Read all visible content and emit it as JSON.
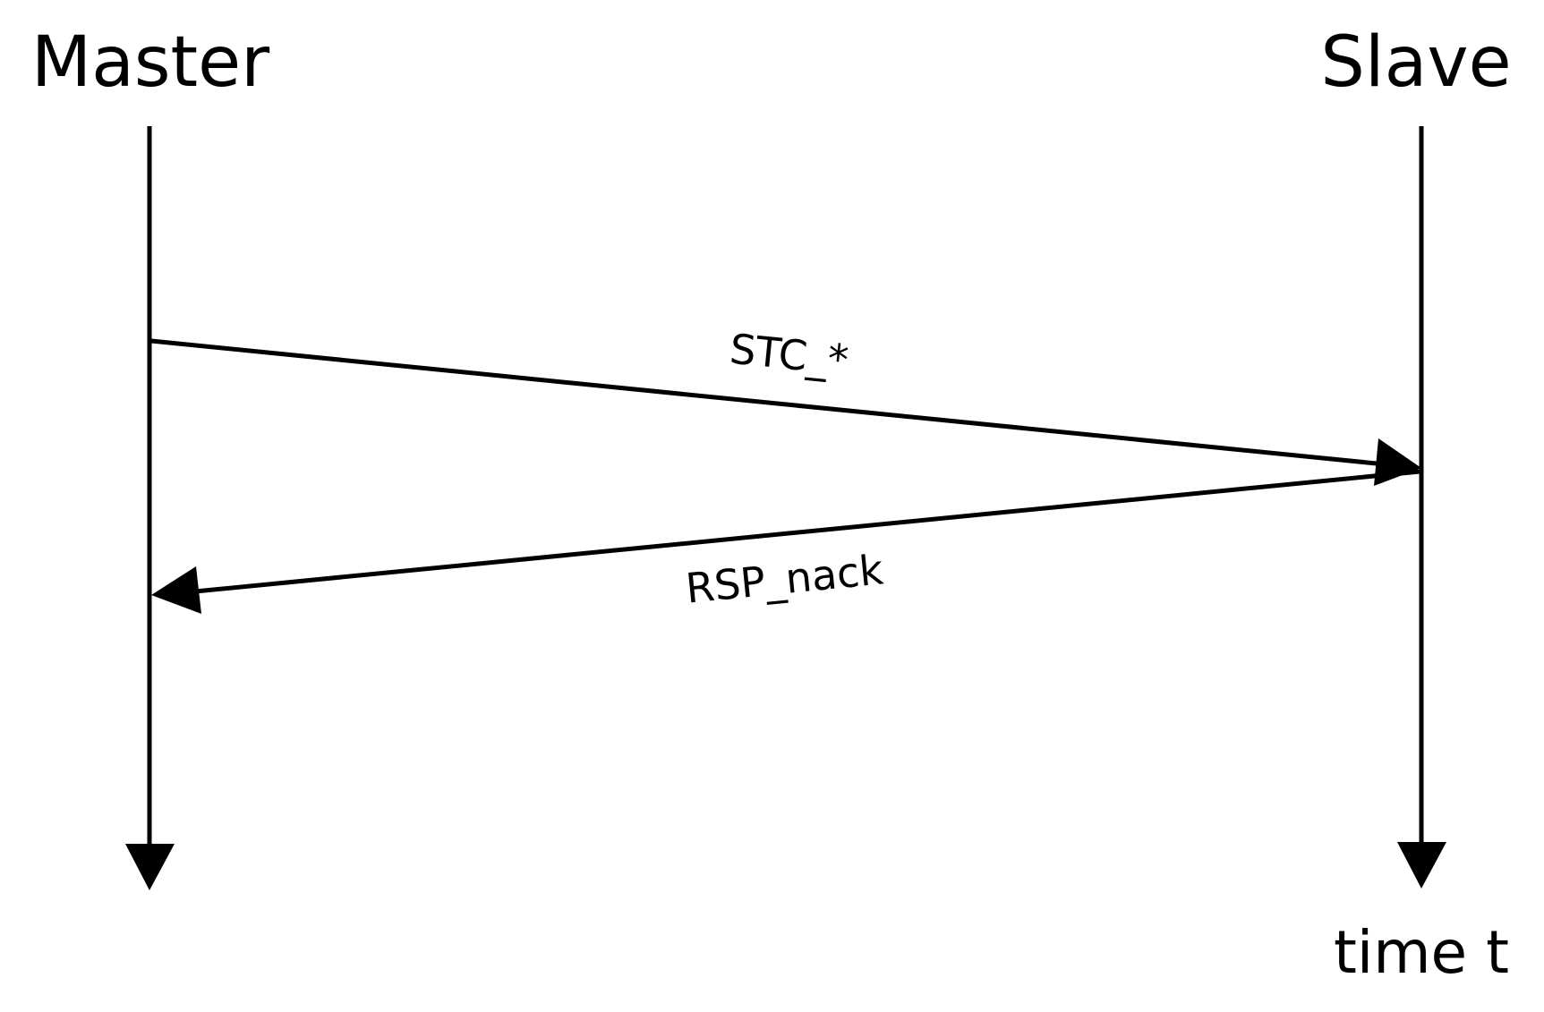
{
  "diagram": {
    "type": "sequence-diagram",
    "participants": {
      "master": "Master",
      "slave": "Slave"
    },
    "time_axis_label": "time t",
    "messages": [
      {
        "label": "STC_*",
        "from": "Master",
        "to": "Slave"
      },
      {
        "label": "RSP_nack",
        "from": "Slave",
        "to": "Master"
      }
    ]
  }
}
